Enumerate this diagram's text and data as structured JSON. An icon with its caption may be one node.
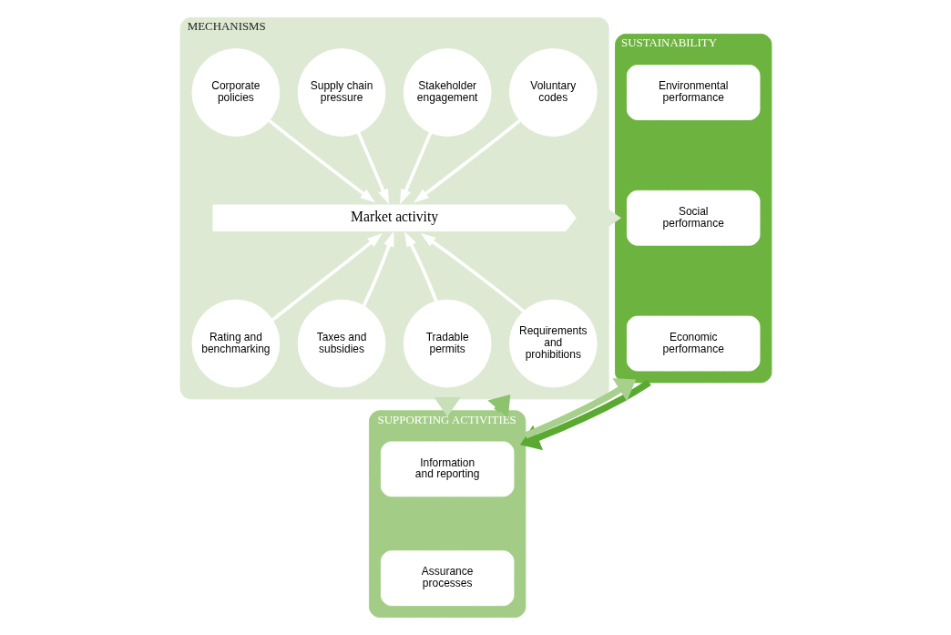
{
  "diagram": {
    "nodes": [
      {
        "text": [
          "MECHANISMS"
        ]
      },
      {
        "text": [
          "Corporate policies"
        ],
        "in": 0
      },
      {
        "text": [
          "Supply chain pressure"
        ],
        "in": 0
      },
      {
        "text": [
          "Stakeholder engagement"
        ],
        "in": 0
      },
      {
        "text": [
          "Voluntary codes"
        ],
        "in": 0
      },
      {
        "text": [
          "Market activity"
        ],
        "in": 0
      },
      {
        "text": [
          "Rating and benchmarking"
        ],
        "in": 0
      },
      {
        "text": [
          "Taxes and subsidies"
        ],
        "in": 0
      },
      {
        "text": [
          "Tradable permits"
        ],
        "in": 0
      },
      {
        "text": [
          "Requirements and prohibitions"
        ],
        "in": 0
      },
      {
        "text": [
          "SUSTAINABILITY"
        ]
      },
      {
        "text": [
          "Environmental performance"
        ],
        "in": 10
      },
      {
        "text": [
          "Social performance"
        ],
        "in": 10
      },
      {
        "text": [
          "Economic performance"
        ],
        "in": 10
      },
      {
        "text": [
          "SUPPORTING ACTIVITIES"
        ]
      },
      {
        "text": [
          "Information and reporting"
        ],
        "in": 14
      },
      {
        "text": [
          "Assurance processes"
        ],
        "in": 14
      }
    ],
    "edges": [
      {
        "from": 1,
        "to": 5,
        "arrow": "to"
      },
      {
        "from": 2,
        "to": 5,
        "arrow": "to"
      },
      {
        "from": 3,
        "to": 5,
        "arrow": "to"
      },
      {
        "from": 4,
        "to": 5,
        "arrow": "to"
      },
      {
        "from": 6,
        "to": 5,
        "arrow": "to"
      },
      {
        "from": 7,
        "to": 5,
        "arrow": "to"
      },
      {
        "from": 8,
        "to": 5,
        "arrow": "to"
      },
      {
        "from": 9,
        "to": 5,
        "arrow": "to"
      },
      {
        "from": 0,
        "to": 10,
        "arrow": "to",
        "style": "thick",
        "color": "#dde9d2"
      },
      {
        "from": 0,
        "to": 14,
        "arrow": "to",
        "style": "thick",
        "color": "#c8e0b8"
      },
      {
        "from": 14,
        "to": 0,
        "arrow": "to",
        "style": "thick",
        "color": "#8dc26f"
      },
      {
        "from": 10,
        "to": 14,
        "arrow": "to",
        "style": "thick",
        "color": "#5aaa32"
      },
      {
        "from": 14,
        "to": 10,
        "arrow": "to",
        "style": "thick",
        "color": "#a8d08d"
      }
    ]
  }
}
